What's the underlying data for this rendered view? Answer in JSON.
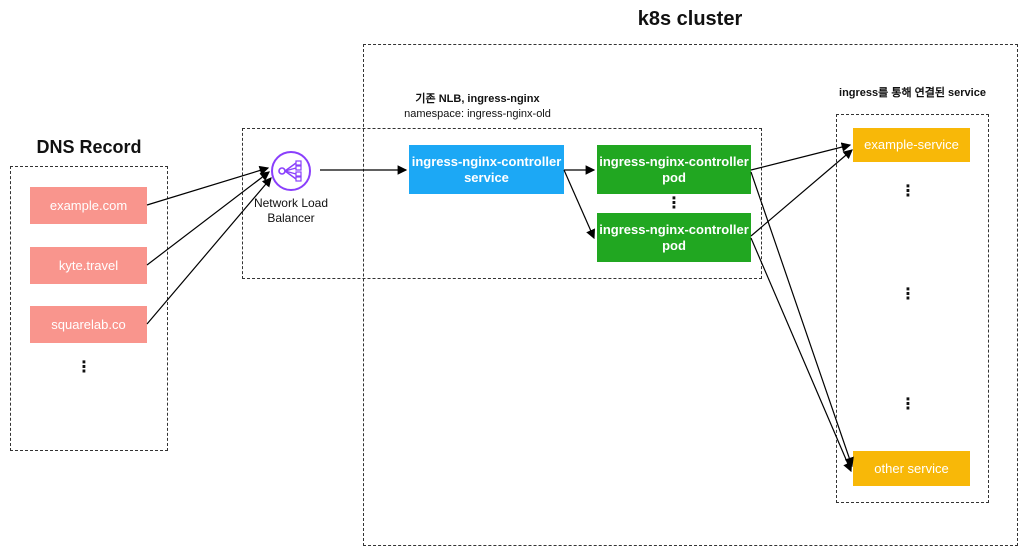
{
  "titles": {
    "k8s_cluster": "k8s cluster",
    "dns_record": "DNS Record",
    "nlb_group": "기존 NLB, ingress-nginx",
    "namespace": "namespace: ingress-nginx-old",
    "services_group": "ingress를 통해 연결된 service"
  },
  "dns": {
    "items": [
      "example.com",
      "kyte.travel",
      "squarelab.co"
    ],
    "more": "⋮"
  },
  "nlb": {
    "label_line1": "Network Load",
    "label_line2": "Balancer",
    "icon": "network-load-balancer-icon",
    "icon_color": "#8a3ffc"
  },
  "controller_service": {
    "line1": "ingress-nginx-controller",
    "line2": "service"
  },
  "pods": [
    {
      "line1": "ingress-nginx-controller",
      "line2": "pod"
    },
    {
      "line1": "ingress-nginx-controller",
      "line2": "pod"
    }
  ],
  "pods_more": "⋮",
  "services": {
    "first": "example-service",
    "last": "other service",
    "more": "⋮"
  },
  "colors": {
    "dns_box": "#f9958d",
    "service_box": "#1ca8f5",
    "pod_box": "#21a721",
    "target_box": "#f8b808"
  }
}
